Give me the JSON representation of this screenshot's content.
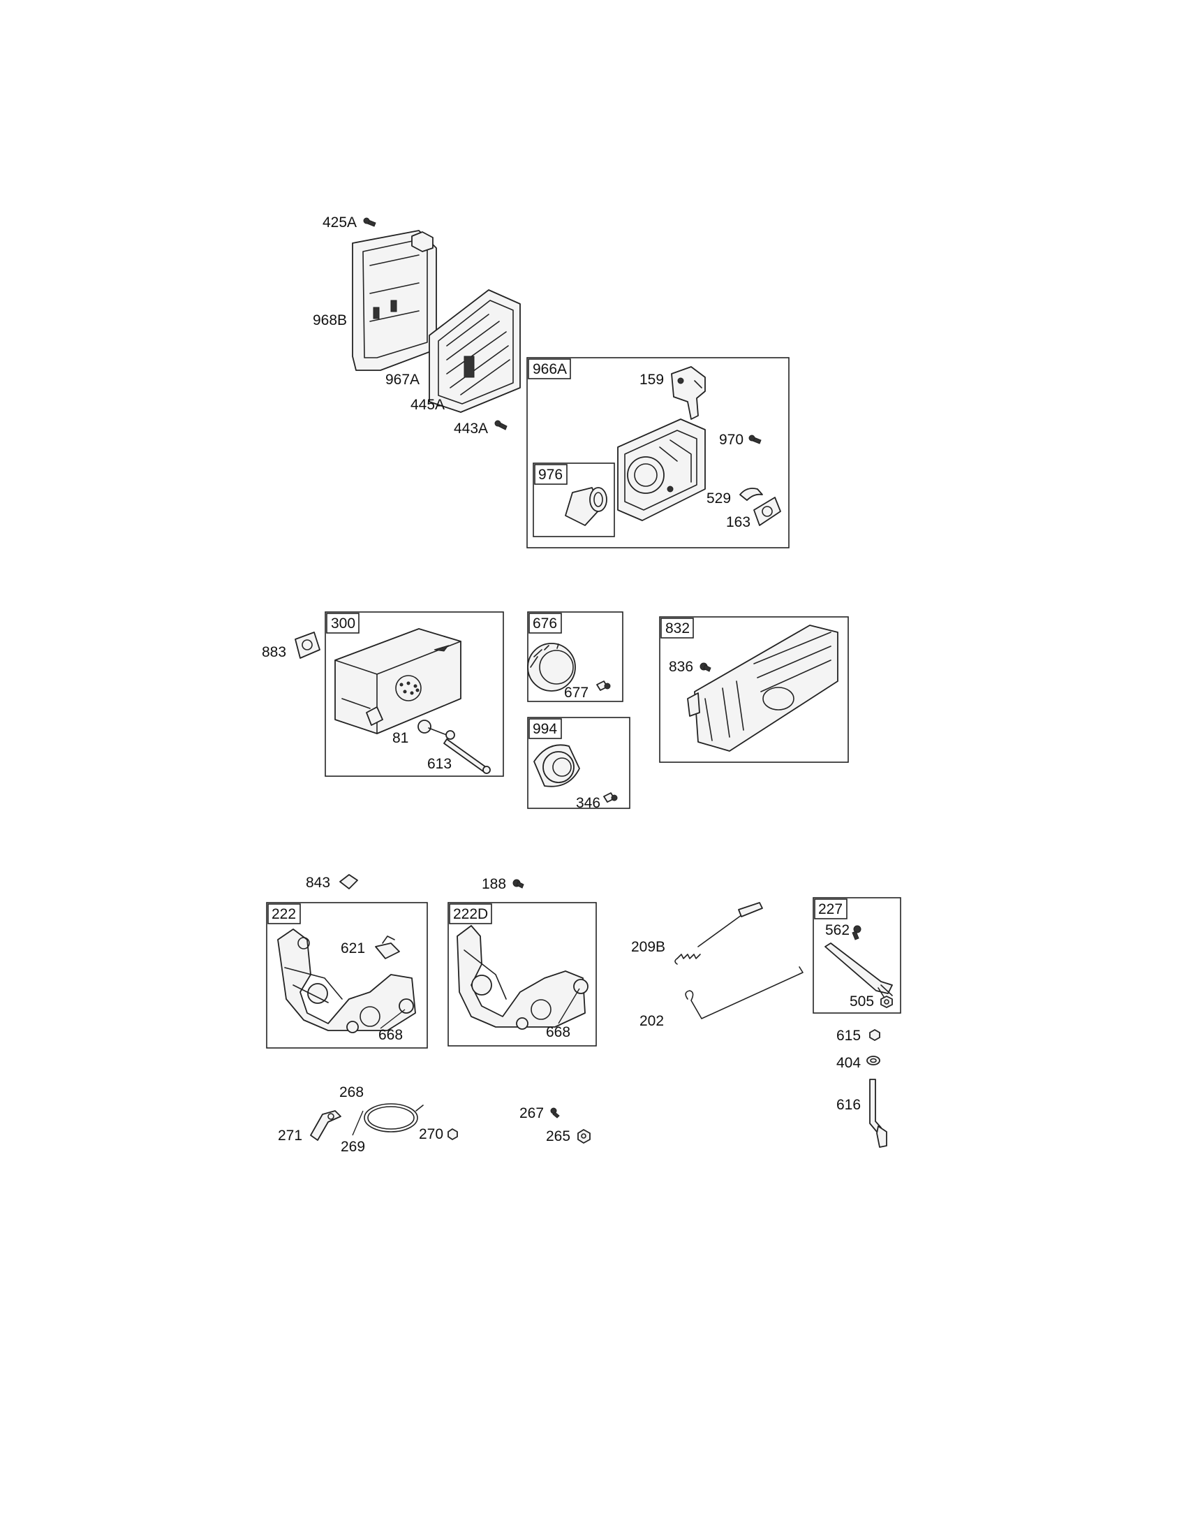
{
  "labels": {
    "p425A": "425A",
    "p968B": "968B",
    "p967A": "967A",
    "p445A": "445A",
    "p443A": "443A",
    "p966A": "966A",
    "p159": "159",
    "p970": "970",
    "p976": "976",
    "p529": "529",
    "p163": "163",
    "p883": "883",
    "p300": "300",
    "p81": "81",
    "p613": "613",
    "p676": "676",
    "p677": "677",
    "p994": "994",
    "p346": "346",
    "p832": "832",
    "p836": "836",
    "p843": "843",
    "p222": "222",
    "p621": "621",
    "p668a": "668",
    "p188": "188",
    "p222D": "222D",
    "p668b": "668",
    "p209B": "209B",
    "p202": "202",
    "p227": "227",
    "p562": "562",
    "p505": "505",
    "p615": "615",
    "p404": "404",
    "p616": "616",
    "p268": "268",
    "p271": "271",
    "p269": "269",
    "p270": "270",
    "p267": "267",
    "p265": "265"
  }
}
